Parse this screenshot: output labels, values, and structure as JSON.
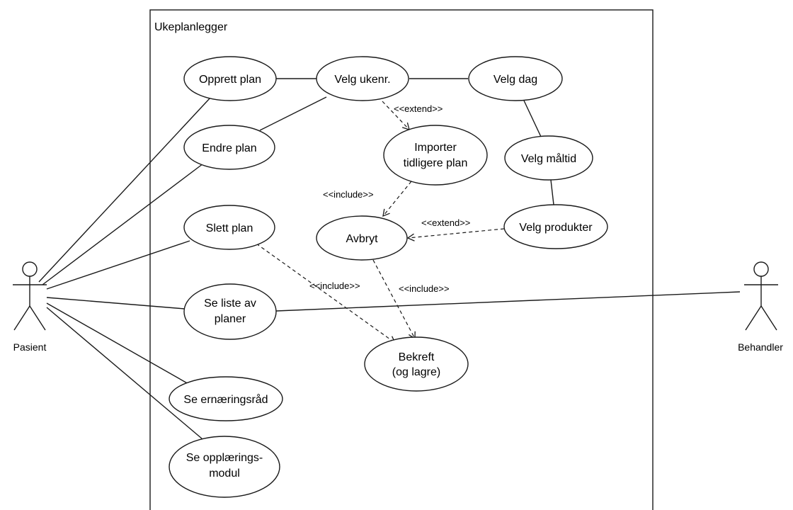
{
  "system": {
    "title": "Ukeplanlegger"
  },
  "actors": {
    "patient": "Pasient",
    "therapist": "Behandler"
  },
  "use_cases": {
    "opprett_plan": [
      "Opprett plan"
    ],
    "endre_plan": [
      "Endre plan"
    ],
    "slett_plan": [
      "Slett plan"
    ],
    "se_liste": [
      "Se liste av",
      "planer"
    ],
    "se_ernaering": [
      "Se ernæringsråd"
    ],
    "se_opplaering": [
      "Se opplærings-",
      "modul"
    ],
    "velg_ukenr": [
      "Velg ukenr."
    ],
    "velg_dag": [
      "Velg dag"
    ],
    "importer": [
      "Importer",
      "tidligere plan"
    ],
    "velg_maltid": [
      "Velg måltid"
    ],
    "avbryt": [
      "Avbryt"
    ],
    "velg_produkter": [
      "Velg produkter"
    ],
    "bekreft": [
      "Bekreft",
      "(og lagre)"
    ]
  },
  "stereotypes": {
    "extend_1": "<<extend>>",
    "include_1": "<<include>>",
    "extend_2": "<<extend>>",
    "include_2": "<<include>>",
    "include_3": "<<include>>"
  }
}
